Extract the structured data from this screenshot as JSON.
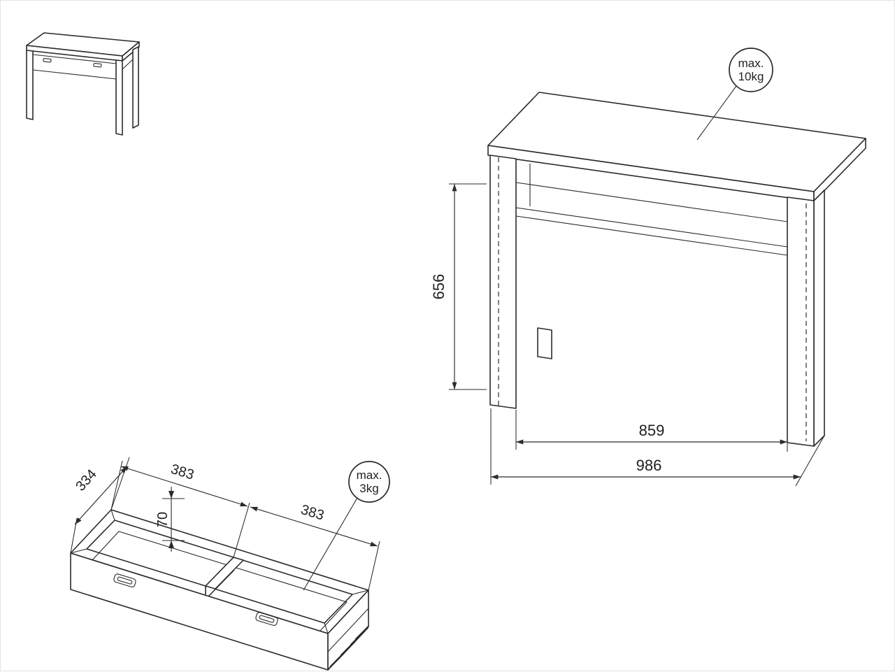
{
  "colors": {
    "line": "#2b2b2b",
    "background": "#ffffff"
  },
  "large_desk": {
    "height_dim": "656",
    "inner_width_dim": "859",
    "total_width_dim": "986",
    "callout": {
      "line1": "max.",
      "line2": "10kg"
    }
  },
  "drawer": {
    "depth_dim": "334",
    "left_section_dim": "383",
    "right_section_dim": "383",
    "inner_height_dim": "70",
    "callout": {
      "line1": "max.",
      "line2": "3kg"
    }
  }
}
